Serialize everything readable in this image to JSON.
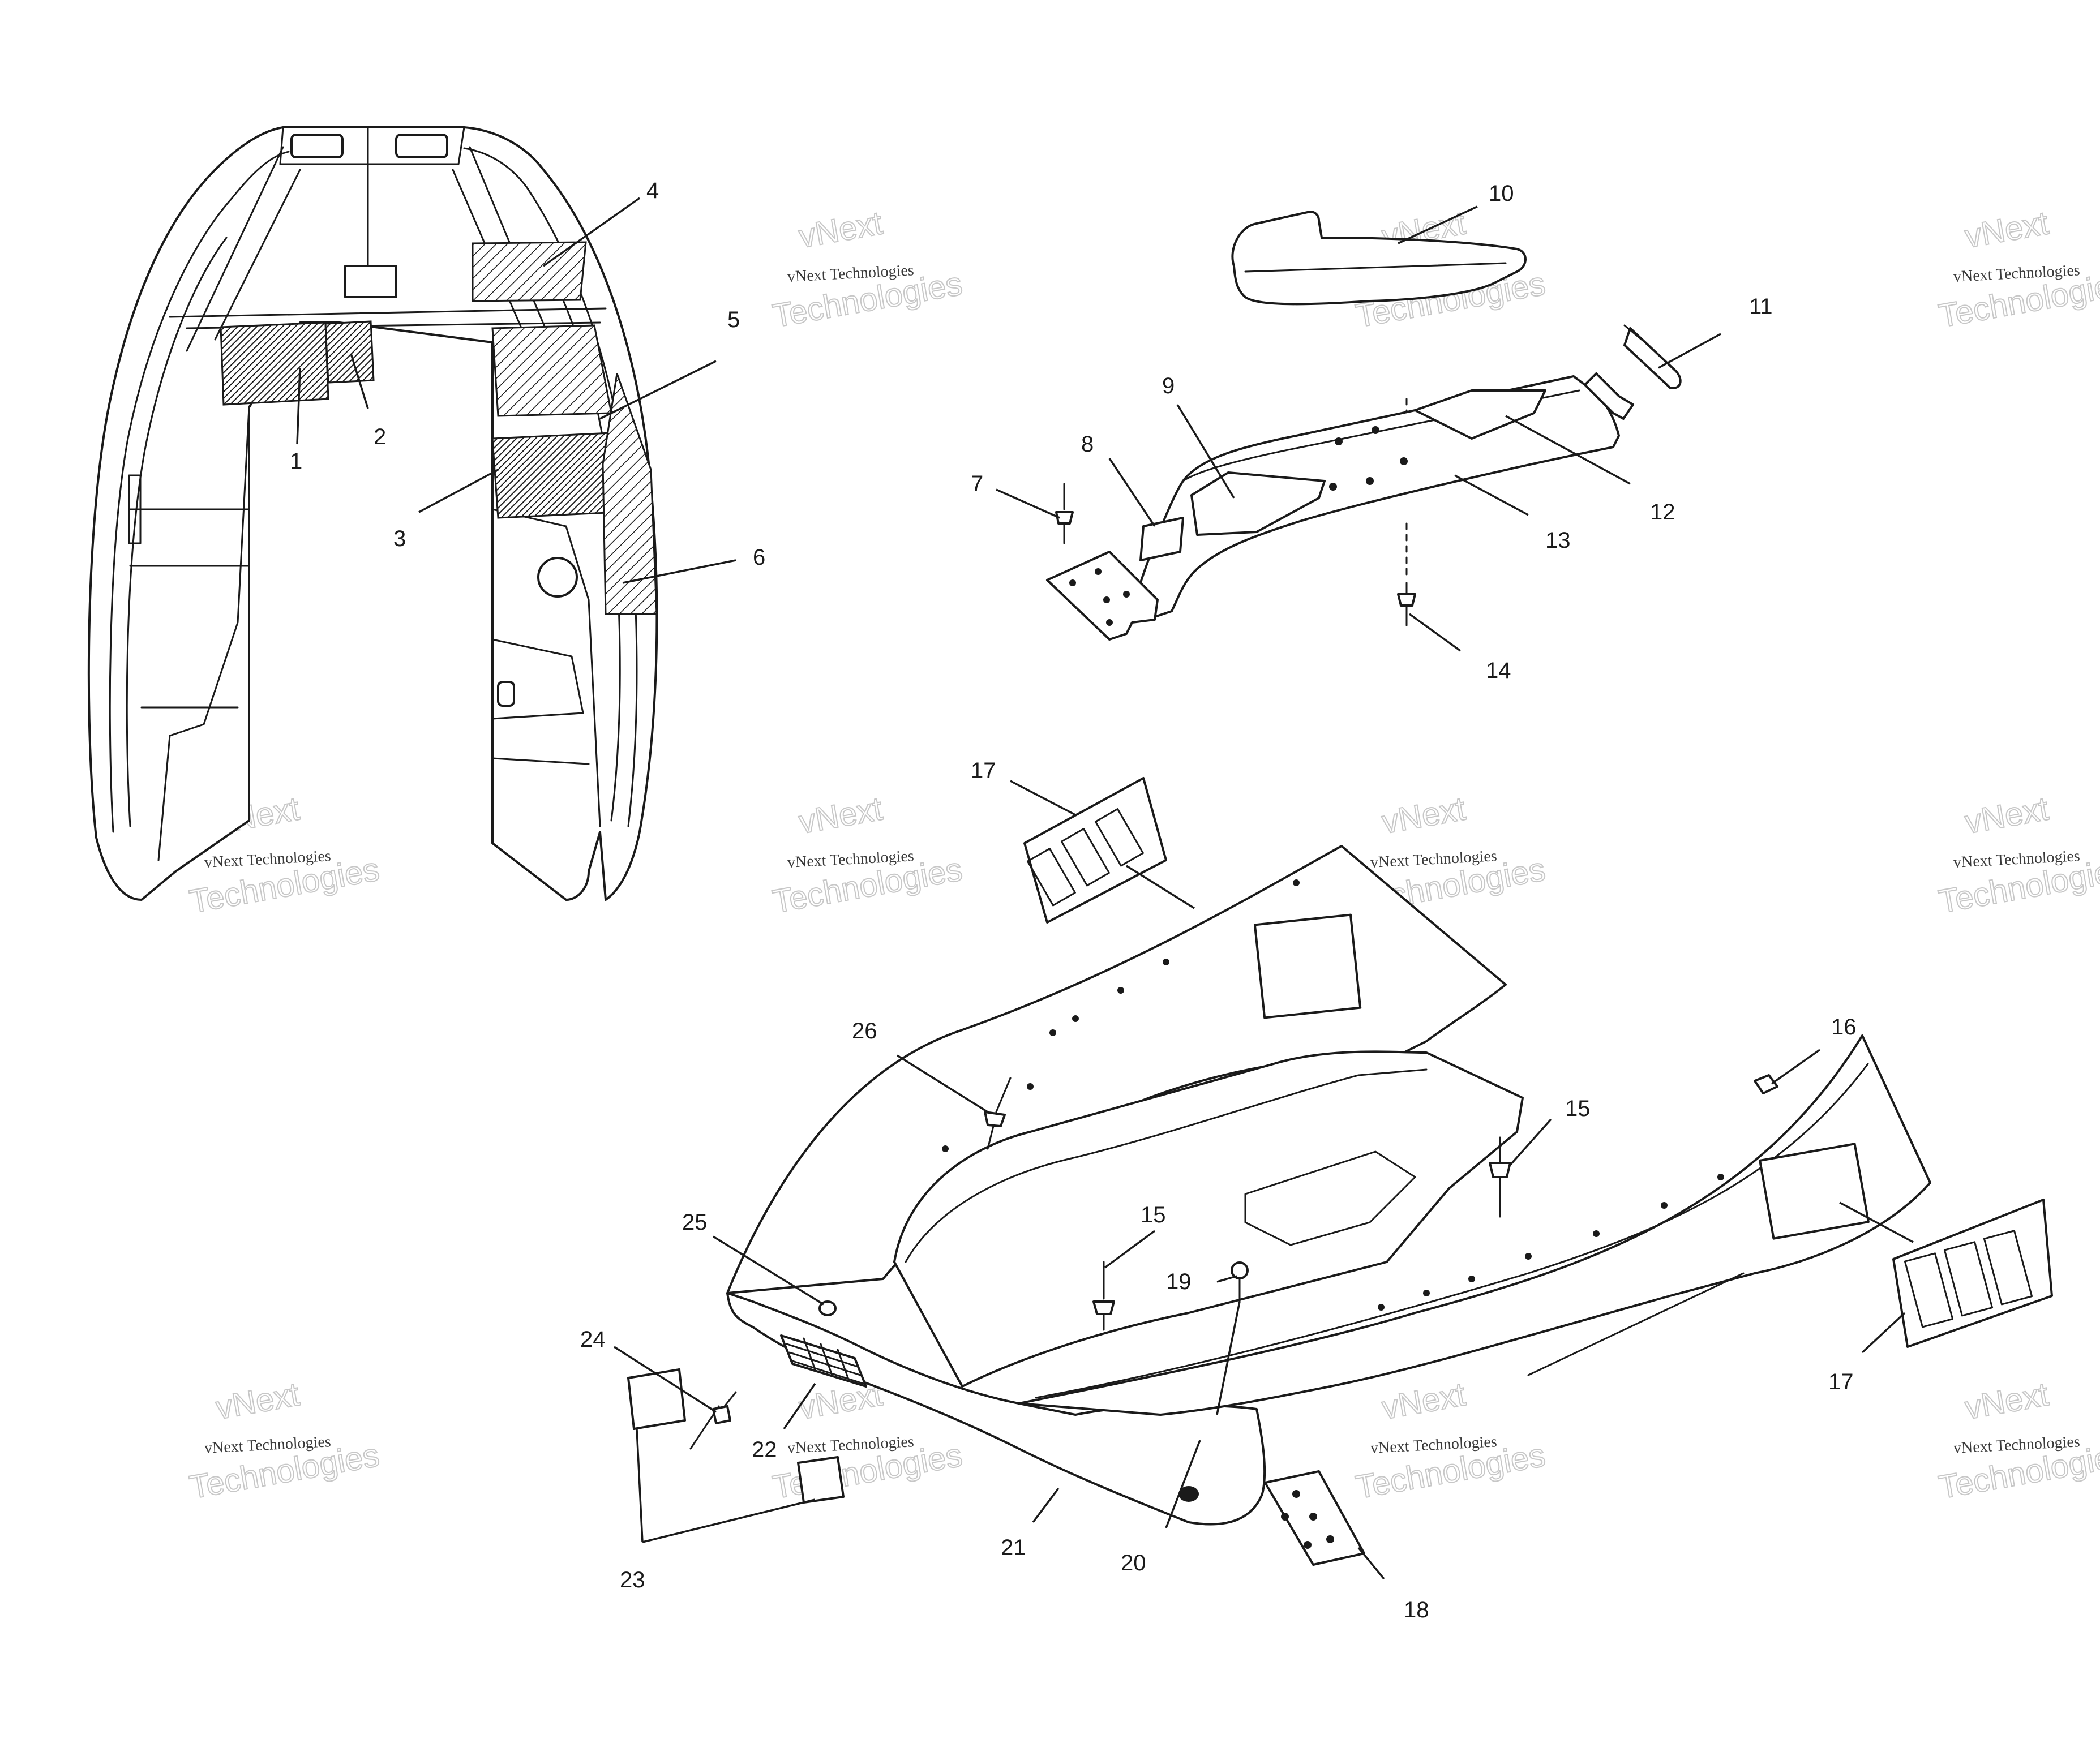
{
  "watermark": {
    "line1": "vNext",
    "line2": "vNext Technologies",
    "line3": "Technologies"
  },
  "callouts": {
    "c1": "1",
    "c2": "2",
    "c3": "3",
    "c4": "4",
    "c5": "5",
    "c6": "6",
    "c7": "7",
    "c8": "8",
    "c9": "9",
    "c10": "10",
    "c11": "11",
    "c12": "12",
    "c13": "13",
    "c14": "14",
    "c15a": "15",
    "c15b": "15",
    "c16": "16",
    "c17a": "17",
    "c17b": "17",
    "c18": "18",
    "c19": "19",
    "c20": "20",
    "c21": "21",
    "c22": "22",
    "c23": "23",
    "c24": "24",
    "c25": "25",
    "c26": "26"
  }
}
